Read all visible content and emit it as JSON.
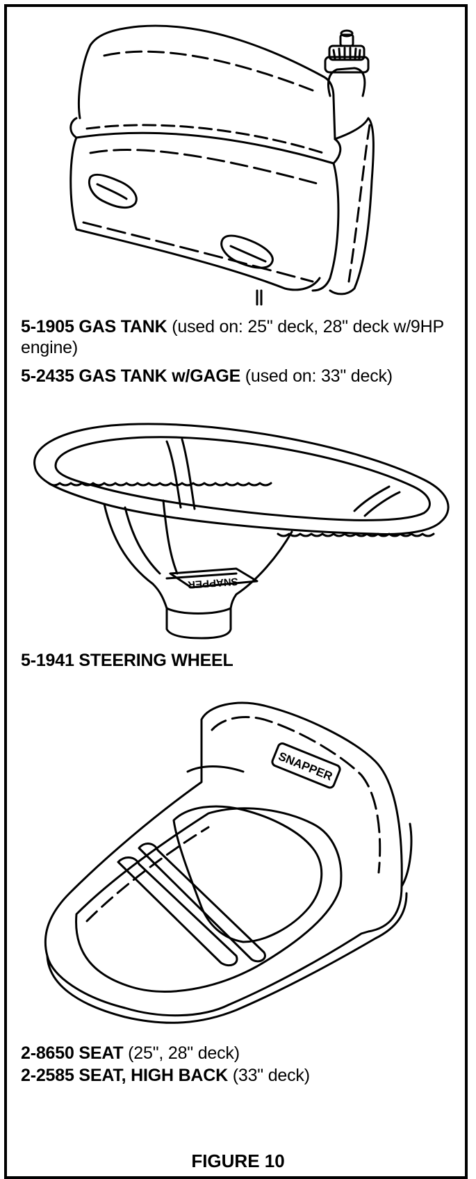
{
  "parts": {
    "gas_tank": {
      "part_no": "5-1905 GAS TANK",
      "note": " (used on:  25\" deck, 28\" deck w/9HP engine)"
    },
    "gas_tank_gage": {
      "part_no": "5-2435 GAS TANK w/GAGE",
      "note": " (used on: 33\" deck)"
    },
    "steering_wheel": {
      "part_no": "5-1941 STEERING WHEEL"
    },
    "seat": {
      "part_no": "2-8650 SEAT",
      "note": " (25\", 28\" deck)"
    },
    "seat_high_back": {
      "part_no": "2-2585 SEAT, HIGH BACK",
      "note": " (33\" deck)"
    }
  },
  "logos": {
    "steering_wheel_logo": "SNAPPER",
    "seat_logo": "SNAPPER"
  },
  "figure": {
    "label": "FIGURE 10"
  }
}
